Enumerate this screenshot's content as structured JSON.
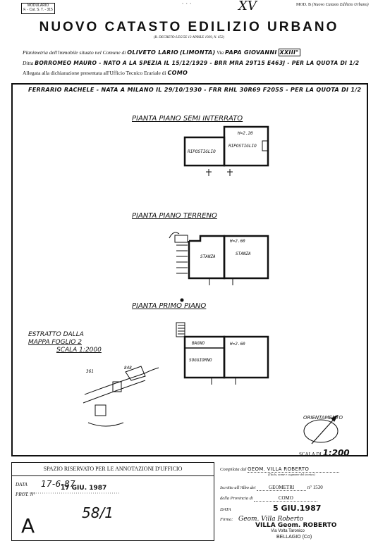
{
  "header": {
    "modulario": "MODULARIO",
    "modulario_code": "F. - Cat. S. T. - 315",
    "top_dots": "• • •",
    "roman_mark": "XV",
    "model": "MOD. B",
    "model_note": "(Nuovo Catasto Edilizio Urbano)",
    "title": "NUOVO CATASTO EDILIZIO URBANO",
    "decree": "(R. DECRETO-LEGGE 13 APRILE 1939, N. 652)"
  },
  "form": {
    "planimetria_label": "Planimetria dell'immobile situato nel Comune di",
    "comune": "OLIVETO LARIO",
    "frazione": "(LIMONTA)",
    "via_label": "Via",
    "via": "PAPA GIOVANNI",
    "via_number": "XXIII°",
    "ditta_label": "Ditta",
    "ditta": "BORROMEO MAURO - NATO A LA SPEZIA IL 15/12/1929 - BRR MRA 29T15 E463J - PER LA QUOTA DI 1/2",
    "allegata_label": "Allegata alla dichiarazione presentata all'Ufficio Tecnico Erariale di",
    "ufficio": "COMO"
  },
  "owner_line": "FERRARIO RACHELE - NATA A MILANO IL 29/10/1930 - FRR RHL 30R69 F205S - PER LA QUOTA DI 1/2",
  "plans": {
    "semi": {
      "label": "PIANTA PIANO SEMI INTERRATO",
      "height": "H=2.20",
      "room1": "RIPOSTIGLIO",
      "room2": "RIPOSTIGLIO"
    },
    "terreno": {
      "label": "PIANTA PIANO TERRENO",
      "height": "H=2.60",
      "room1": "STANZA",
      "room2": "STANZA"
    },
    "primo": {
      "label": "PIANTA PRIMO PIANO",
      "height": "H=2.60",
      "room1": "BAGNO",
      "room2": "SOGGIORNO"
    }
  },
  "estratto": {
    "line1": "ESTRATTO DALLA",
    "line2": "MAPPA FOGLIO 2",
    "line3": "SCALA 1:2000",
    "parcel1": "361",
    "parcel2": "848"
  },
  "orientation": {
    "label": "ORIENTAMENTO",
    "scale_label": "SCALA DI",
    "scale_value": "1:200"
  },
  "office": {
    "header": "SPAZIO RISERVATO PER LE ANNOTAZIONI D'UFFICIO",
    "data_label": "DATA",
    "data_value": "17-6-87",
    "data_stamp": "17 GIU. 1987",
    "prot_label": "PROT. N°",
    "letter_a": "A",
    "number_mark": "58/1"
  },
  "certification": {
    "compilata_label": "Compilata dal",
    "compilata_value": "GEOM. VILLA ROBERTO",
    "compilata_note": "(Titolo, nome e cognome del tecnico)",
    "albo_label": "Iscritto all'Albo dei",
    "albo_value": "GEOMETRI",
    "albo_number": "n° 1530",
    "provincia_label": "della Provincia di",
    "provincia_value": "COMO",
    "data_label": "DATA",
    "data_value": "5 GIU.1987",
    "firma_label": "Firma:",
    "signature": "Geom. Villa Roberto",
    "stamp_line1": "VILLA Geom. ROBERTO",
    "stamp_line2": "Via Volta Taronico",
    "stamp_line3": "BELLAGIO (Co)"
  }
}
